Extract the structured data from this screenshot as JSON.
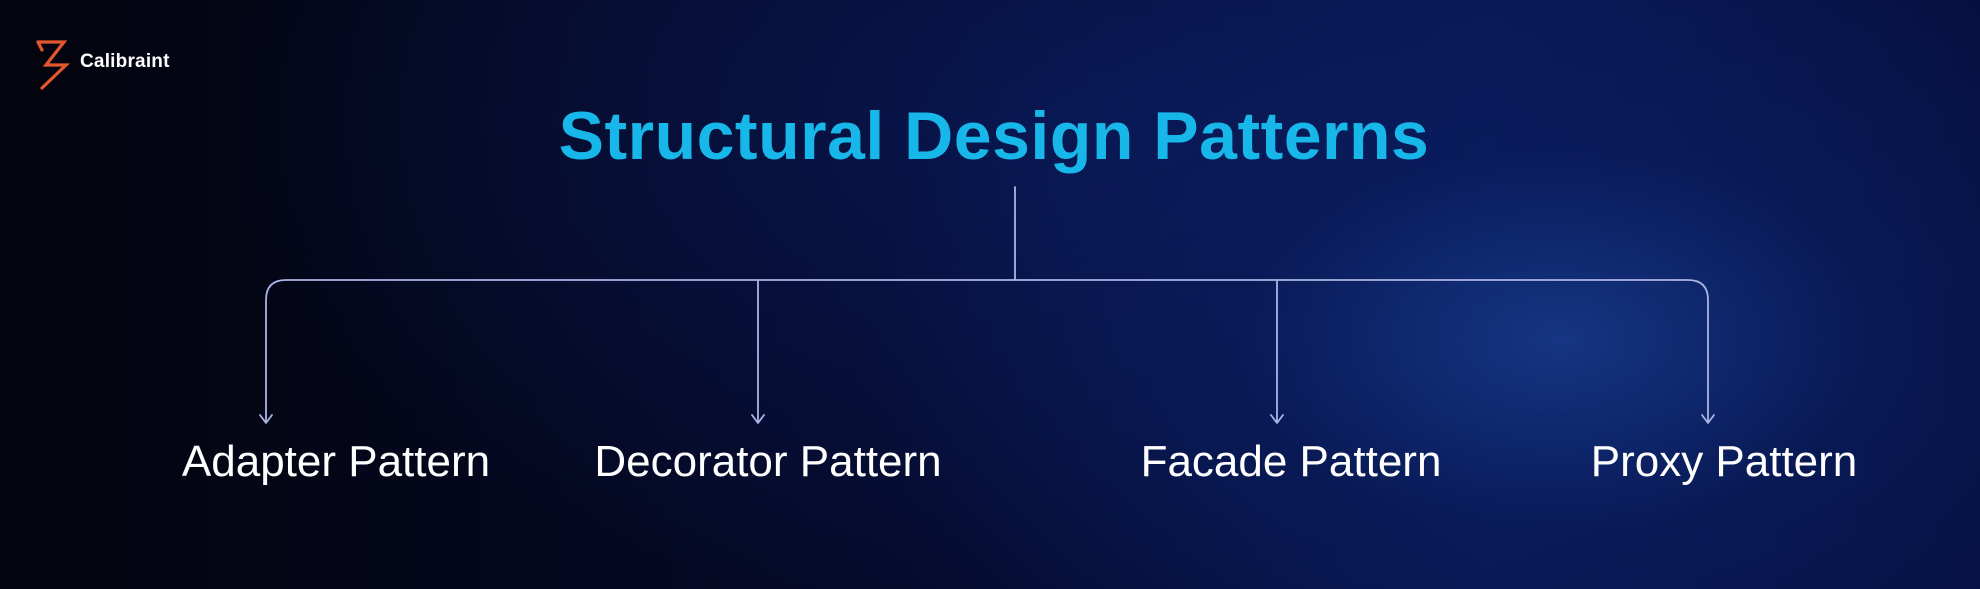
{
  "brand": {
    "name": "Calibraint",
    "logo_icon": "z-lightning-logo-icon",
    "logo_color": "#e4572e"
  },
  "diagram": {
    "title": "Structural Design Patterns",
    "title_color": "#17b7ea",
    "connector_color": "#aab4e6",
    "children": [
      {
        "label": "Adapter Pattern"
      },
      {
        "label": "Decorator Pattern"
      },
      {
        "label": "Facade Pattern"
      },
      {
        "label": "Proxy Pattern"
      }
    ]
  }
}
